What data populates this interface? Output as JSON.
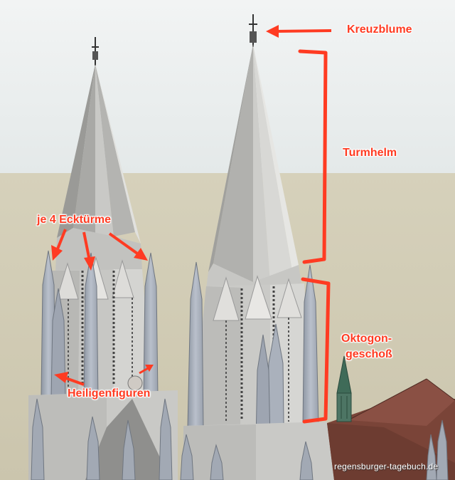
{
  "labels": {
    "kreuzblume": "Kreuzblume",
    "turmhelm": "Turmhelm",
    "ecktuerme": "je 4 Ecktürme",
    "oktogon_line1": "Oktogon-",
    "oktogon_line2": "geschoß",
    "heiligenfiguren": "Heiligenfiguren"
  },
  "watermark": "regensburger-tagebuch.de",
  "colors": {
    "annotation": "#ff3b22",
    "sky": "#e9eeee",
    "ground": "#d2cdb6",
    "stone_light": "#d6d6d4",
    "stone_dark": "#8a8a8a",
    "pinnacle": "#a7aeb9",
    "roof": "#7a4438",
    "green_spire": "#3f6b58"
  }
}
